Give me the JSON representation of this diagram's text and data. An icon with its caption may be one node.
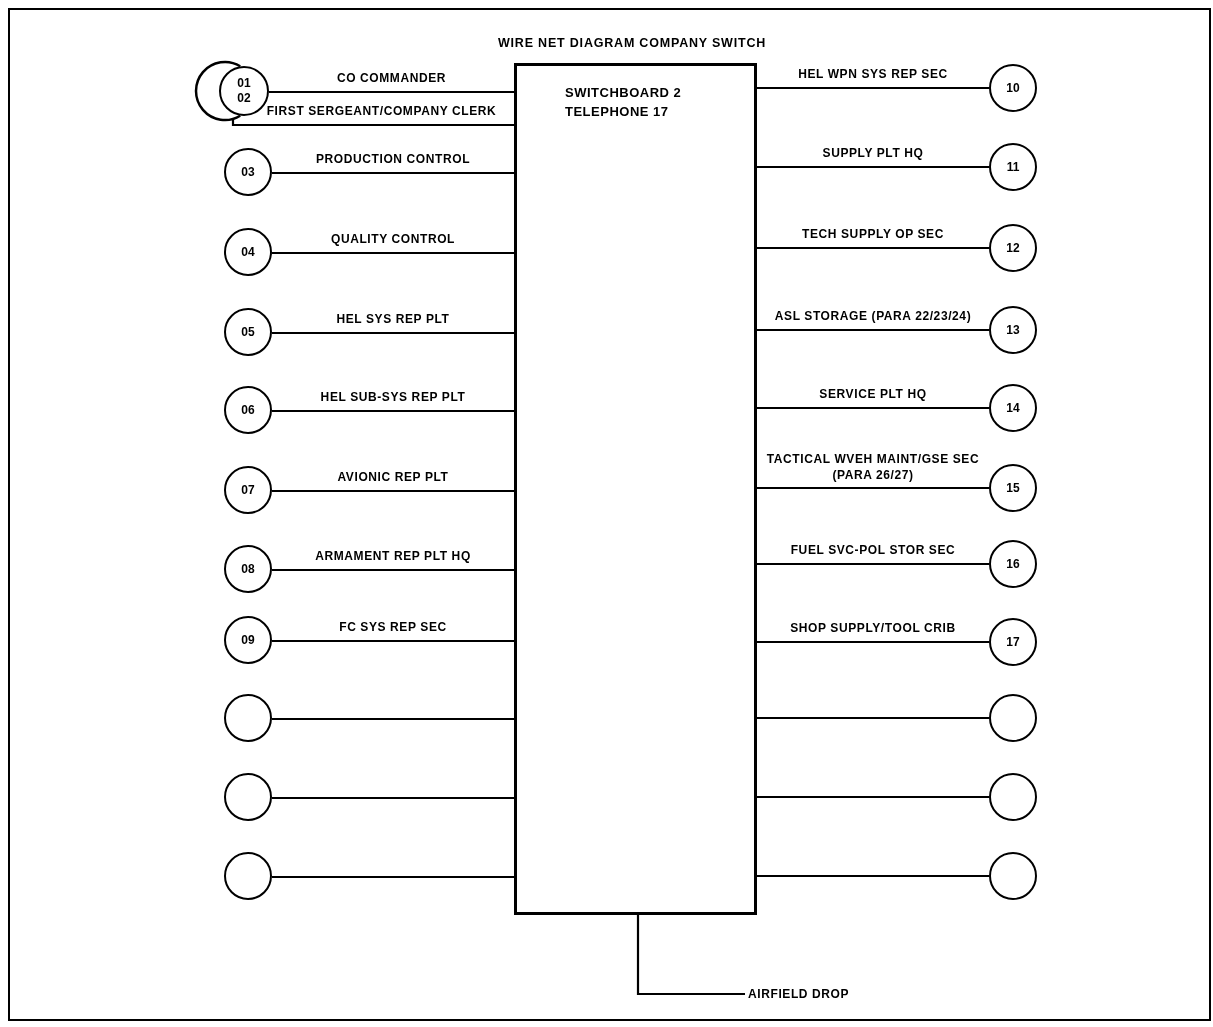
{
  "diagram": {
    "title": "WIRE NET DIAGRAM COMPANY SWITCH",
    "nodes": [
      {
        "text": [
          "SWITCHBOARD 2 TELEPHONE 17"
        ]
      },
      {
        "text": [],
        "shape": "circle"
      },
      {
        "text": [
          "01",
          "02"
        ]
      },
      {
        "text": [
          "03"
        ]
      },
      {
        "text": [
          "04"
        ]
      },
      {
        "text": [
          "05"
        ]
      },
      {
        "text": [
          "06"
        ]
      },
      {
        "text": [
          "07"
        ]
      },
      {
        "text": [
          "08"
        ]
      },
      {
        "text": [
          "09"
        ]
      },
      {
        "text": [],
        "shape": "circle"
      },
      {
        "text": [],
        "shape": "circle"
      },
      {
        "text": [],
        "shape": "circle"
      },
      {
        "text": [
          "10"
        ]
      },
      {
        "text": [
          "11"
        ]
      },
      {
        "text": [
          "12"
        ]
      },
      {
        "text": [
          "13"
        ]
      },
      {
        "text": [
          "14"
        ]
      },
      {
        "text": [
          "15"
        ]
      },
      {
        "text": [
          "16"
        ]
      },
      {
        "text": [
          "17"
        ]
      },
      {
        "text": [],
        "shape": "circle"
      },
      {
        "text": [],
        "shape": "circle"
      },
      {
        "text": [],
        "shape": "circle"
      },
      {
        "text": [
          "AIRFIELD DROP"
        ]
      }
    ],
    "edges": [
      {
        "from": 2,
        "to": 0,
        "arrow": "none",
        "label": "CO COMMANDER"
      },
      {
        "from": 1,
        "to": 0,
        "arrow": "none",
        "label": "FIRST SERGEANT/COMPANY CLERK"
      },
      {
        "from": 3,
        "to": 0,
        "arrow": "none",
        "label": "PRODUCTION CONTROL"
      },
      {
        "from": 4,
        "to": 0,
        "arrow": "none",
        "label": "QUALITY CONTROL"
      },
      {
        "from": 5,
        "to": 0,
        "arrow": "none",
        "label": "HEL SYS REP PLT"
      },
      {
        "from": 6,
        "to": 0,
        "arrow": "none",
        "label": "HEL SUB-SYS REP PLT"
      },
      {
        "from": 7,
        "to": 0,
        "arrow": "none",
        "label": "AVIONIC REP PLT"
      },
      {
        "from": 8,
        "to": 0,
        "arrow": "none",
        "label": "ARMAMENT REP PLT HQ"
      },
      {
        "from": 9,
        "to": 0,
        "arrow": "none",
        "label": "FC SYS REP SEC"
      },
      {
        "from": 10,
        "to": 0,
        "arrow": "none"
      },
      {
        "from": 11,
        "to": 0,
        "arrow": "none"
      },
      {
        "from": 12,
        "to": 0,
        "arrow": "none"
      },
      {
        "from": 13,
        "to": 0,
        "arrow": "none",
        "label": "HEL WPN SYS REP SEC"
      },
      {
        "from": 14,
        "to": 0,
        "arrow": "none",
        "label": "SUPPLY PLT HQ"
      },
      {
        "from": 15,
        "to": 0,
        "arrow": "none",
        "label": "TECH SUPPLY OP SEC"
      },
      {
        "from": 16,
        "to": 0,
        "arrow": "none",
        "label": "ASL STORAGE (PARA 22/23/24)"
      },
      {
        "from": 17,
        "to": 0,
        "arrow": "none",
        "label": "SERVICE PLT HQ"
      },
      {
        "from": 18,
        "to": 0,
        "arrow": "none",
        "label": "TACTICAL WVEH MAINT/GSE SEC (PARA 26/27)"
      },
      {
        "from": 19,
        "to": 0,
        "arrow": "none",
        "label": "FUEL SVC-POL STOR SEC"
      },
      {
        "from": 20,
        "to": 0,
        "arrow": "none",
        "label": "SHOP SUPPLY/TOOL CRIB"
      },
      {
        "from": 21,
        "to": 0,
        "arrow": "none"
      },
      {
        "from": 22,
        "to": 0,
        "arrow": "none"
      },
      {
        "from": 23,
        "to": 0,
        "arrow": "none"
      },
      {
        "from": 0,
        "to": 24,
        "arrow": "none"
      }
    ]
  }
}
